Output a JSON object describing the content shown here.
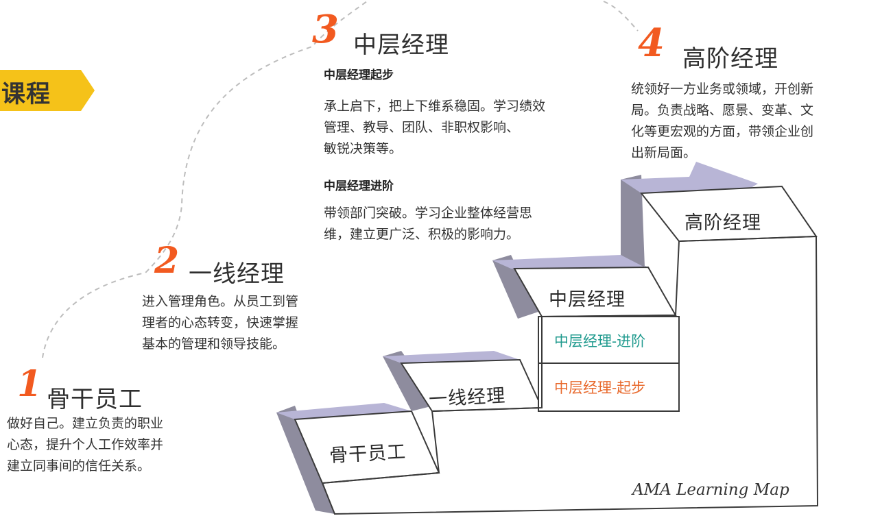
{
  "badge": {
    "text": "课程",
    "color": "#f5c219"
  },
  "accent_color": "#f25a20",
  "stages": [
    {
      "number": "1",
      "title": "骨干员工",
      "desc": [
        "做好自己。建立负责的职业",
        "心态，提升个人工作效率并",
        "建立同事间的信任关系。"
      ]
    },
    {
      "number": "2",
      "title": "一线经理",
      "desc": [
        "进入管理角色。从员工到管",
        "理者的心态转变，快速掌握",
        "基本的管理和领导技能。"
      ]
    },
    {
      "number": "3",
      "title": "中层经理",
      "subsections": [
        {
          "heading": "中层经理起步",
          "desc": [
            "承上启下，把上下维系稳固。学习绩效",
            "管理、教导、团队、非职权影响、",
            "敏锐决策等。"
          ]
        },
        {
          "heading": "中层经理进阶",
          "desc": [
            "带领部门突破。学习企业整体经营思",
            "维，建立更广泛、积极的影响力。"
          ]
        }
      ]
    },
    {
      "number": "4",
      "title": "高阶经理",
      "desc": [
        "统领好一方业务或领域，开创新",
        "局。负责战略、愿景、变革、文",
        "化等更宏观的方面，带领企业创",
        "出新局面。"
      ]
    }
  ],
  "staircase": {
    "steps": [
      "骨干员工",
      "一线经理",
      "中层经理",
      "高阶经理"
    ],
    "mid_sub": [
      {
        "label": "中层经理-进阶",
        "color": "#1f9a8e"
      },
      {
        "label": "中层经理-起步",
        "color": "#e8692c"
      }
    ],
    "signature": "AMA Learning Map",
    "tread_color": "#b8b5d6",
    "riser_color": "#8e8c9e"
  }
}
